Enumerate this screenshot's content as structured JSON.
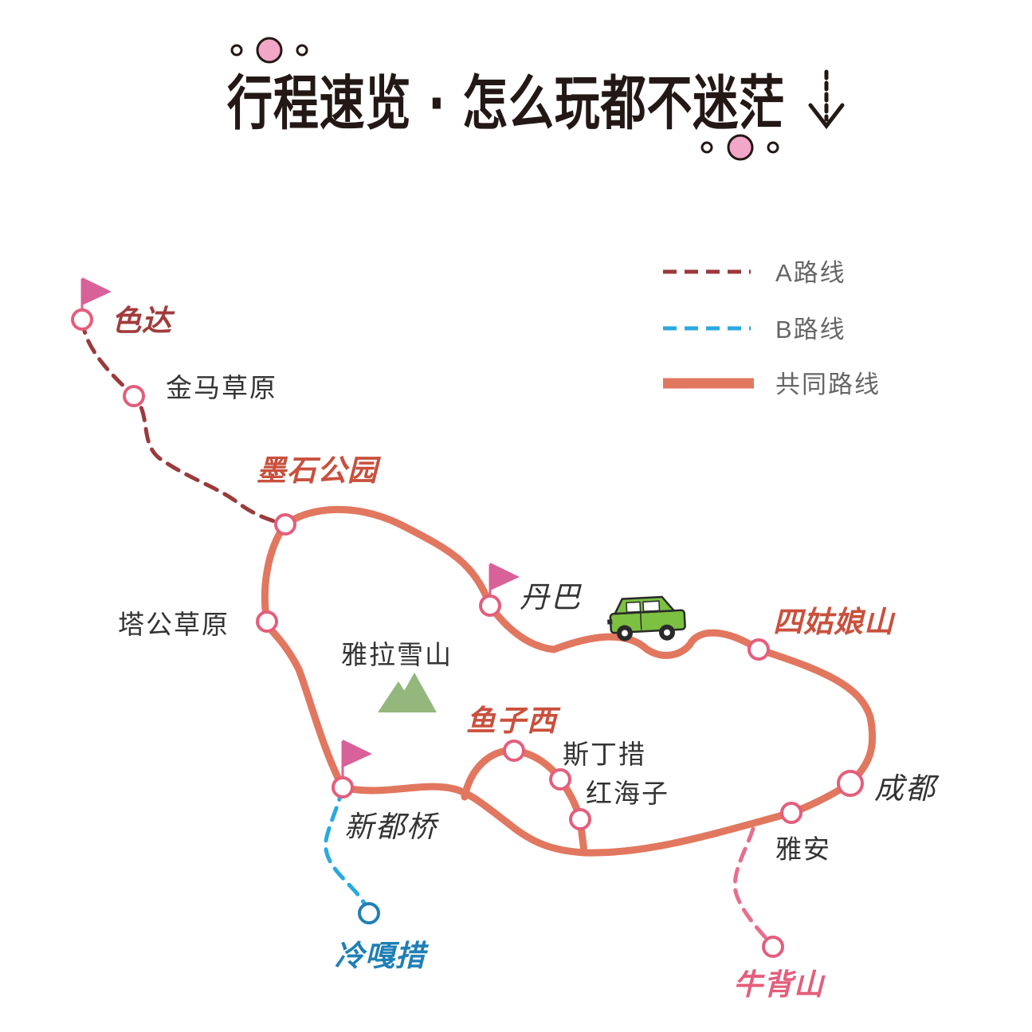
{
  "title": "行程速览 · 怎么玩都不迷茫",
  "colors": {
    "route_a": "#9b3a3b",
    "route_b": "#2aa9e0",
    "shared": "#e2775f",
    "niubeishan_branch": "#e86f8c",
    "node_ring": "#e45e7b",
    "flag": "#d9619a",
    "mountain": "#93b77d",
    "car": "#7cc142",
    "label_red": "#c9503d",
    "label_dark_red": "#a23c3c",
    "label_blue": "#1f7fb6",
    "label_pink": "#e45e7b"
  },
  "legend": [
    {
      "label": "A路线",
      "style": "dashed",
      "color_key": "route_a"
    },
    {
      "label": "B路线",
      "style": "dashed",
      "color_key": "route_b"
    },
    {
      "label": "共同路线",
      "style": "solid",
      "color_key": "shared"
    }
  ],
  "places": {
    "seda": "色达",
    "jinma": "金马草原",
    "moshi": "墨石公园",
    "tagong": "塔公草原",
    "danba": "丹巴",
    "yala": "雅拉雪山",
    "siguniang": "四姑娘山",
    "yuzixi": "鱼子西",
    "sidingcuo": "斯丁措",
    "honghaizi": "红海子",
    "xindu": "新都桥",
    "chengdu": "成都",
    "yaan": "雅安",
    "lenggacuo": "冷嘎措",
    "niubeishan": "牛背山"
  },
  "icons": [
    "flag-icon",
    "mountain-icon",
    "car-icon",
    "arrow-down-icon"
  ]
}
